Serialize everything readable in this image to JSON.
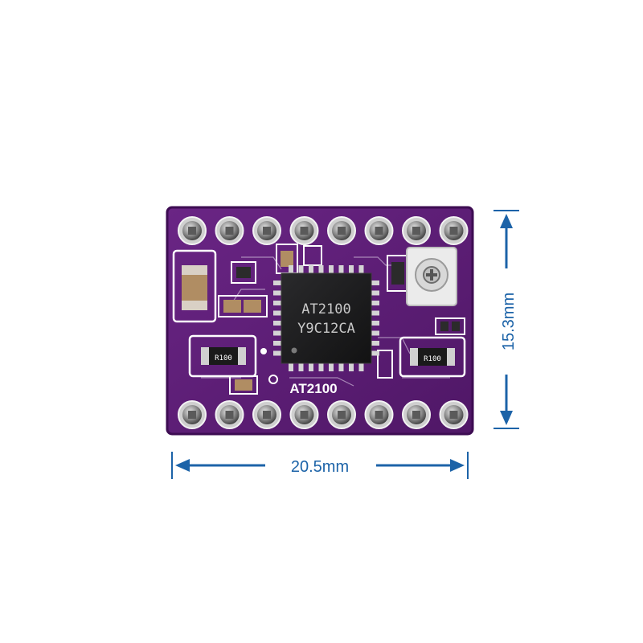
{
  "product": {
    "chip_marking_line1": "AT2100",
    "chip_marking_line2": "Y9C12CA",
    "board_label": "AT2100",
    "resistor_left_label": "R100",
    "resistor_right_label": "R100"
  },
  "dimensions": {
    "width_label": "20.5mm",
    "height_label": "15.3mm",
    "arrow_color": "#1c63a8"
  },
  "colors": {
    "pcb": "#5e1d78",
    "pcb_dark": "#3f0f55",
    "silkscreen": "#ffffff",
    "chip": "#1c1c1e",
    "pin": "#9a9a9a"
  }
}
